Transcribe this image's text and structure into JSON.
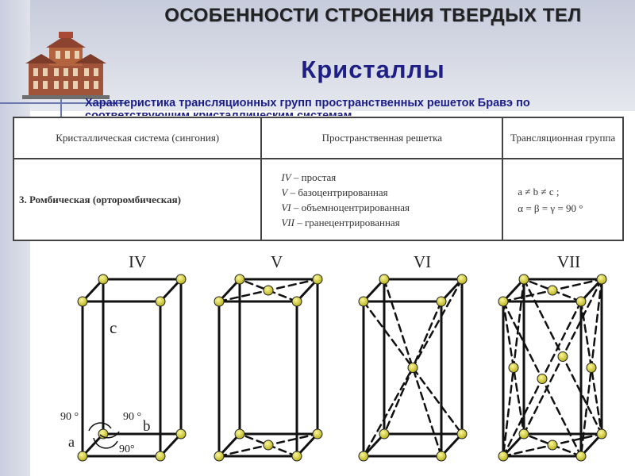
{
  "header": {
    "title": "ОСОБЕННОСТИ СТРОЕНИЯ ТВЕРДЫХ ТЕЛ",
    "subtitle": "Кристаллы",
    "caption": "Характеристика трансляционных групп пространственных решеток Бравэ по соответствующим кристаллическим системам"
  },
  "table": {
    "columns": [
      "Кристаллическая система (сингония)",
      "Пространственная решетка",
      "Трансляционная группа"
    ],
    "row": {
      "system": "3. Ромбическая (орторомбическая)",
      "lattices": [
        {
          "num": "IV",
          "name": "– простая"
        },
        {
          "num": "V",
          "name": "– базоцентрированная"
        },
        {
          "num": "VI",
          "name": "– объемноцентрированная"
        },
        {
          "num": "VII",
          "name": "– гранецентрированная"
        }
      ],
      "group": [
        "a ≠ b ≠ c ;",
        "α = β = γ = 90 °"
      ]
    }
  },
  "diagram": {
    "labels": [
      "IV",
      "V",
      "VI",
      "VII"
    ],
    "axes": {
      "a": "a",
      "b": "b",
      "c": "c"
    },
    "angles": [
      "90 °",
      "90 °",
      "90°"
    ]
  },
  "colors": {
    "atom": "#d7d23a",
    "title_blue": "#1d1f86",
    "edge": "#111111"
  }
}
